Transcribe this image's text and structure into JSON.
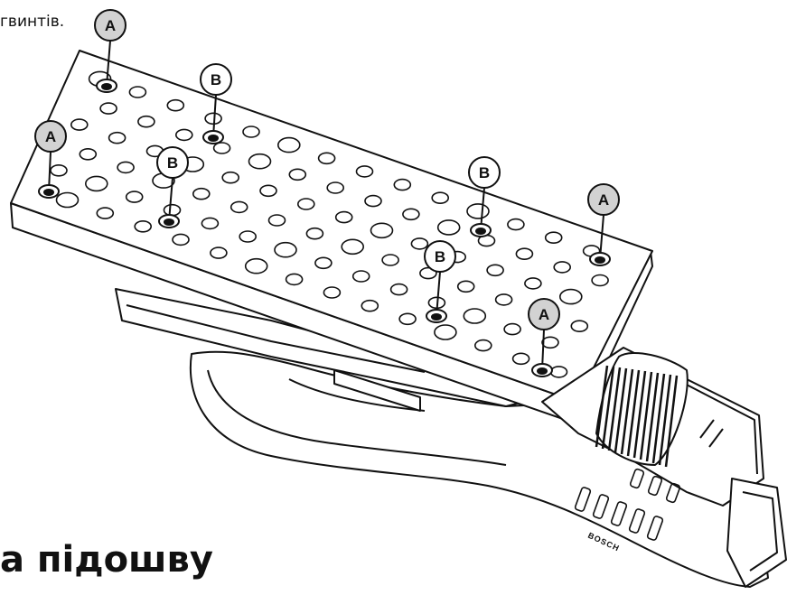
{
  "caption": "гвинтів.",
  "heading": "а підошву",
  "brand_text": "BOSCH",
  "colors": {
    "callout_a_fill": "#d2d2d2",
    "callout_b_fill": "#ffffff",
    "line": "#111111"
  },
  "callouts": [
    {
      "label": "A",
      "type": "A"
    },
    {
      "label": "A",
      "type": "A"
    },
    {
      "label": "A",
      "type": "A"
    },
    {
      "label": "A",
      "type": "A"
    },
    {
      "label": "B",
      "type": "B"
    },
    {
      "label": "B",
      "type": "B"
    },
    {
      "label": "B",
      "type": "B"
    },
    {
      "label": "B",
      "type": "B"
    }
  ]
}
